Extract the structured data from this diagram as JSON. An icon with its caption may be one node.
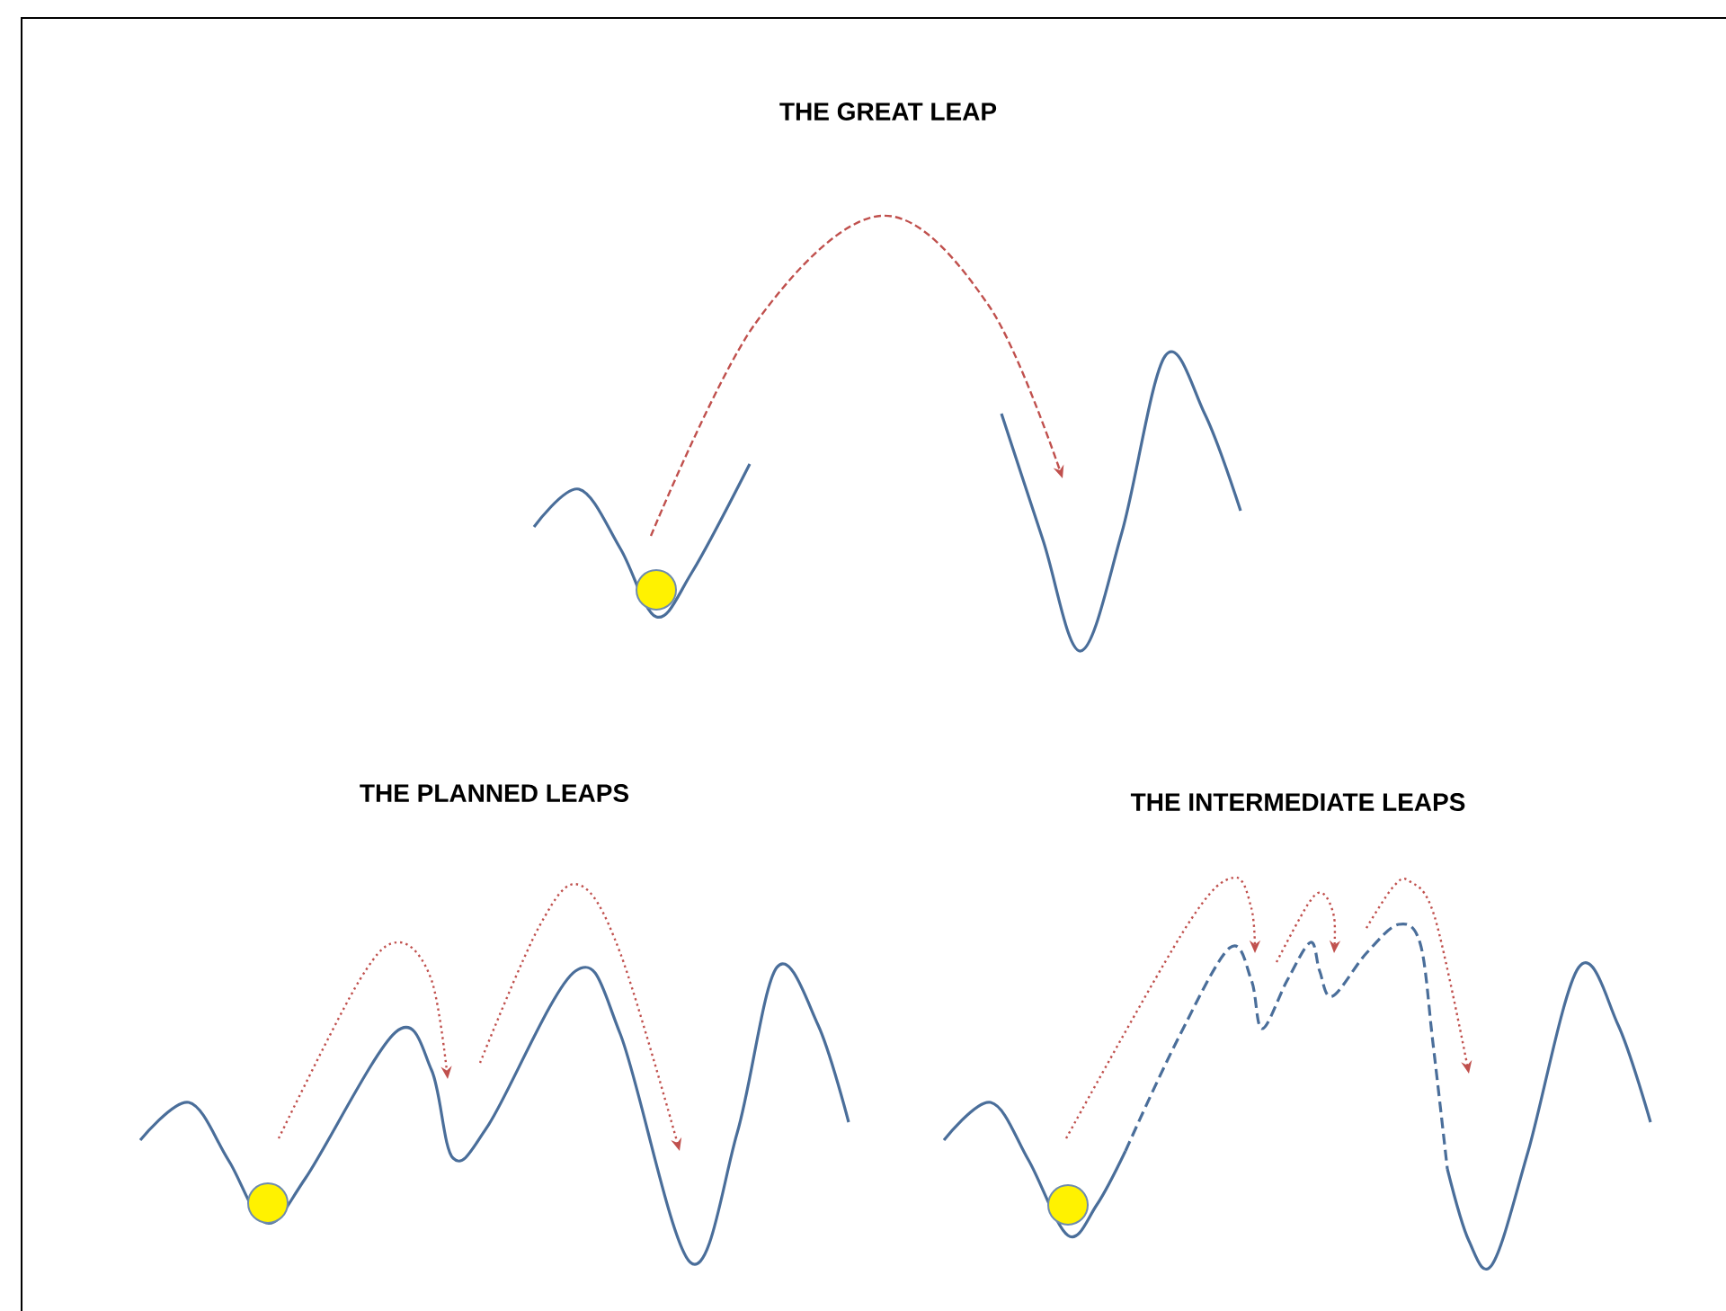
{
  "diagram": {
    "labels": [
      "THE GREAT LEAP",
      "THE PLANNED LEAPS",
      "THE INTERMEDIATE LEAPS"
    ]
  }
}
